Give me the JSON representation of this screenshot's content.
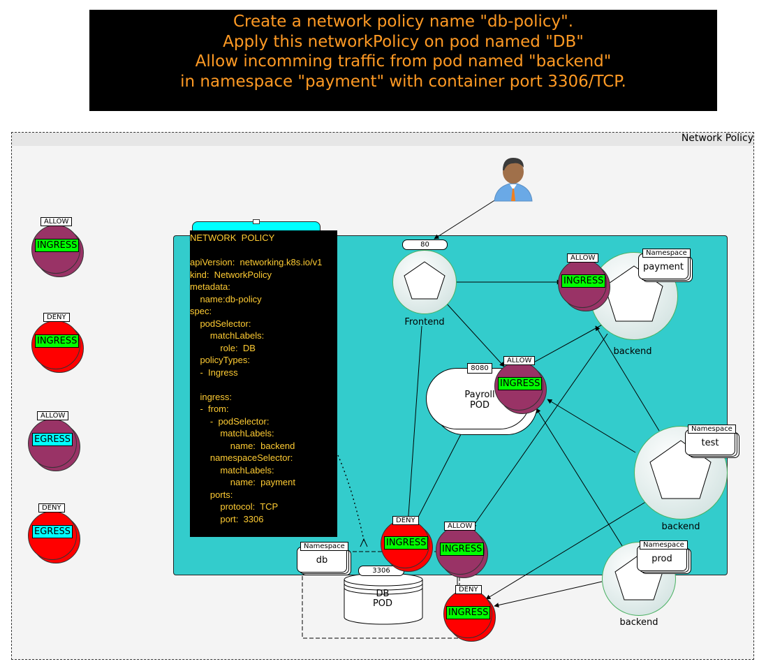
{
  "banner": {
    "lines": [
      "Create a network policy name \"db-policy\".",
      "Apply this networkPolicy  on pod named \"DB\"",
      "Allow incomming traffic from pod named \"backend\"",
      "in namespace \"payment\" with container port 3306/TCP."
    ]
  },
  "frame": {
    "title": "Network Policy"
  },
  "policy_yaml": {
    "lines": [
      "NETWORK  POLICY",
      "",
      "apiVersion:  networking.k8s.io/v1",
      "kind:  NetworkPolicy",
      "metadata:",
      "    name:db-policy",
      "spec:",
      "    podSelector:",
      "        matchLabels:",
      "            role:  DB",
      "    policyTypes:",
      "    -  Ingress",
      "",
      "    ingress:",
      "    -  from:",
      "        -  podSelector:",
      "            matchLabels:",
      "                name:  backend",
      "        namespaceSelector:",
      "            matchLabels:",
      "                name:  payment",
      "        ports:",
      "            protocol:  TCP",
      "            port:  3306"
    ]
  },
  "legend": [
    {
      "tag": "ALLOW",
      "text": "INGRESS",
      "fill": "#993366",
      "pill": "#00ff00"
    },
    {
      "tag": "DENY",
      "text": "INGRESS",
      "fill": "#ff0000",
      "pill": "#00ff00"
    },
    {
      "tag": "ALLOW",
      "text": "EGRESS",
      "fill": "#993366",
      "pill": "#00ffff"
    },
    {
      "tag": "DENY",
      "text": "EGRESS",
      "fill": "#ff0000",
      "pill": "#00ffff"
    }
  ],
  "pods": {
    "frontend": {
      "label": "Frontend",
      "port": "80"
    },
    "payroll": {
      "line1": "Payroll",
      "line2": "POD",
      "port": "8080"
    },
    "backend_payment": {
      "label": "backend"
    },
    "backend_test": {
      "label": "backend"
    },
    "backend_prod": {
      "label": "backend"
    },
    "db": {
      "line1": "DB",
      "line2": "POD",
      "port": "3306"
    }
  },
  "namespaces": {
    "payment": {
      "tag": "Namespace",
      "name": "payment"
    },
    "test": {
      "tag": "Namespace",
      "name": "test"
    },
    "prod": {
      "tag": "Namespace",
      "name": "prod"
    },
    "db": {
      "tag": "Namespace",
      "name": "db"
    }
  },
  "rules": {
    "payment_ingress": {
      "tag": "ALLOW",
      "text": "INGRESS"
    },
    "payroll_ingress": {
      "tag": "ALLOW",
      "text": "INGRESS"
    },
    "db_deny_ingress": {
      "tag": "DENY",
      "text": "INGRESS"
    },
    "db_allow_ingress": {
      "tag": "ALLOW",
      "text": "INGRESS"
    },
    "lower_deny_ingress": {
      "tag": "DENY",
      "text": "INGRESS"
    }
  },
  "colors": {
    "banner_text": "#ff9a24",
    "yaml_text": "#ffcc33",
    "teal": "#33cccc",
    "allow": "#993366",
    "deny": "#ff0000"
  },
  "icons": [
    "user-icon",
    "pentagon-icon",
    "database-icon"
  ]
}
